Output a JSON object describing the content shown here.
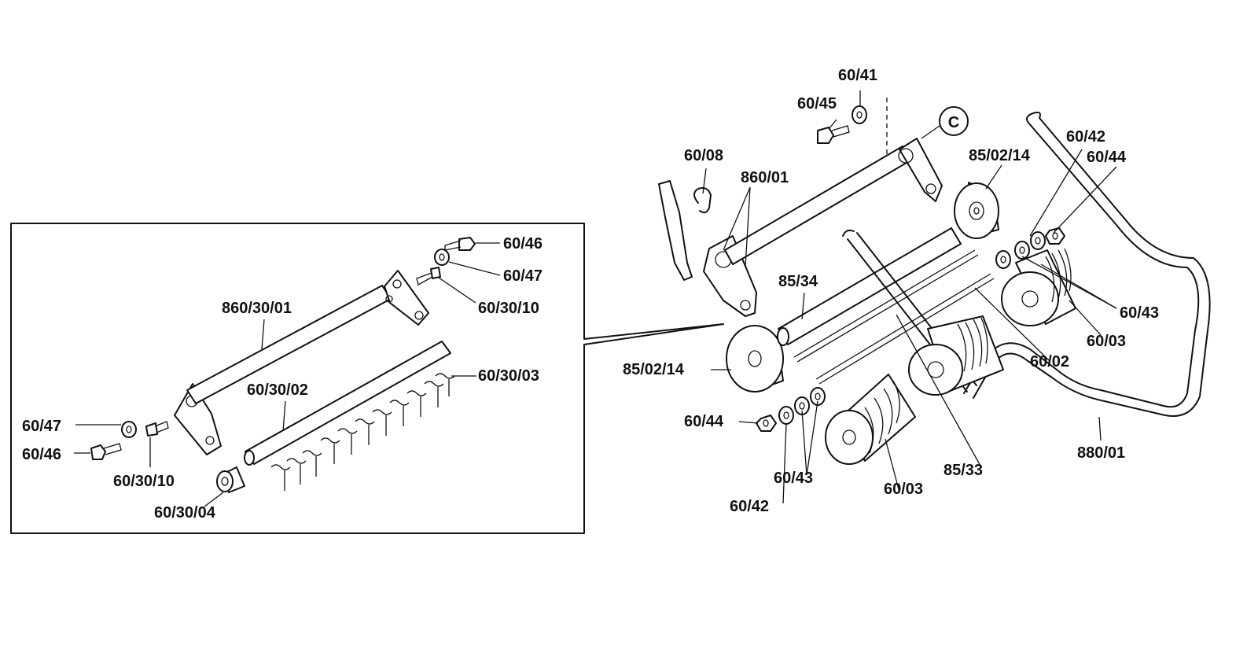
{
  "diagram": {
    "callout_marker": "C",
    "inset_labels": {
      "l_60_46_top": "60/46",
      "l_60_47_top": "60/47",
      "l_60_30_10_top": "60/30/10",
      "l_860_30_01": "860/30/01",
      "l_60_30_02": "60/30/02",
      "l_60_30_03": "60/30/03",
      "l_60_47_left": "60/47",
      "l_60_46_left": "60/46",
      "l_60_30_10_bottom": "60/30/10",
      "l_60_30_04": "60/30/04"
    },
    "main_labels": {
      "l_60_41": "60/41",
      "l_60_45": "60/45",
      "l_60_08": "60/08",
      "l_860_01": "860/01",
      "l_85_02_14_top": "85/02/14",
      "l_60_42_top": "60/42",
      "l_60_44_top": "60/44",
      "l_85_34": "85/34",
      "l_60_43_right": "60/43",
      "l_60_03_right": "60/03",
      "l_60_02": "60/02",
      "l_85_02_14_left": "85/02/14",
      "l_60_44_left": "60/44",
      "l_60_43_bottom": "60/43",
      "l_60_03_bottom": "60/03",
      "l_85_33": "85/33",
      "l_880_01": "880/01",
      "l_60_42_bottom": "60/42"
    },
    "colors": {
      "line": "#111111",
      "background": "#ffffff"
    }
  }
}
